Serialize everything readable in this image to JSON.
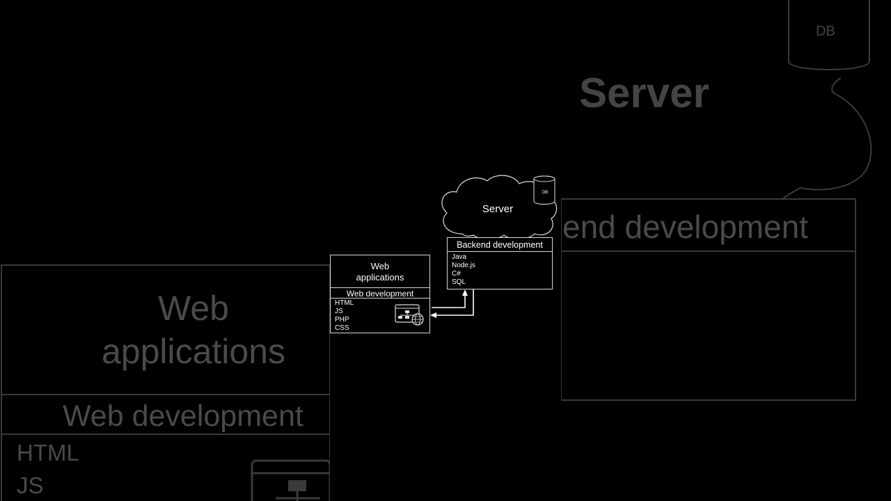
{
  "background": {
    "web_title_line1": "Web",
    "web_title_line2": "applications",
    "web_subtitle": "Web development",
    "skills": [
      "HTML",
      "JS"
    ],
    "server": "Server",
    "backend": "end development",
    "db": "DB"
  },
  "frontend": {
    "title_line1": "Web",
    "title_line2": "applications",
    "subtitle": "Web development",
    "skills": [
      "HTML",
      "JS",
      "PHP",
      "CSS"
    ],
    "icon": "web-app-globe-icon"
  },
  "backend": {
    "server_label": "Server",
    "db_label": "DB",
    "subtitle": "Backend development",
    "skills": [
      "Java",
      "Node.js",
      "C#",
      "SQL"
    ]
  },
  "colors": {
    "background": "#000000",
    "foreground": "#ffffff",
    "faded": "#4a4a4a"
  }
}
